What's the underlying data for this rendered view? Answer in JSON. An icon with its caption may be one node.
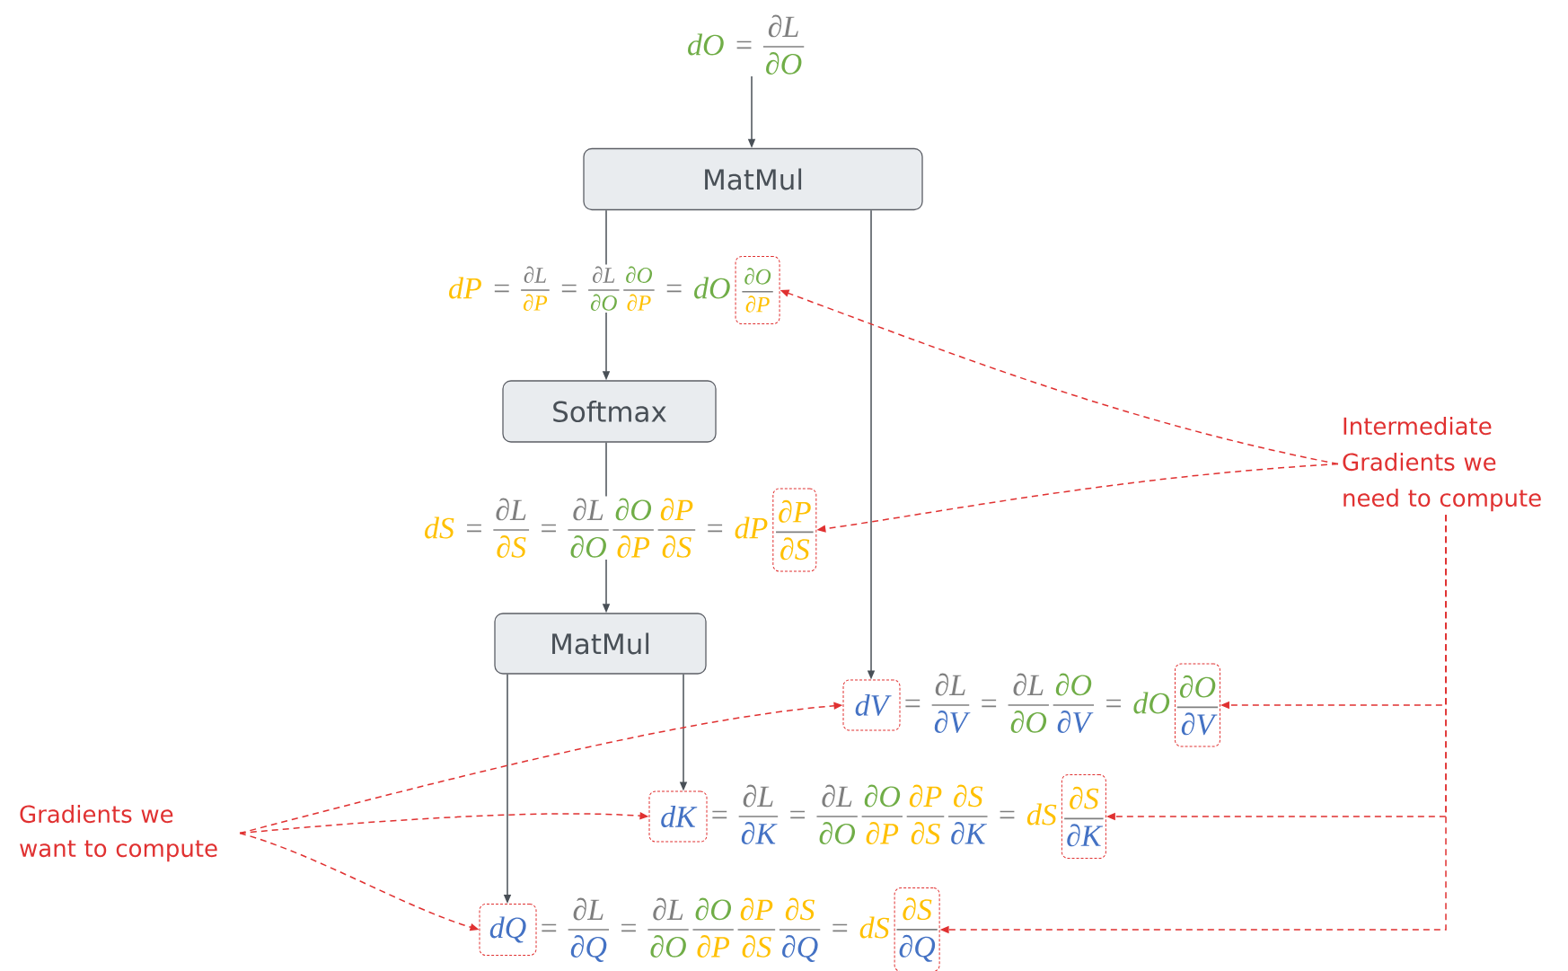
{
  "diagram": {
    "nodes": [
      {
        "text": [
          "dO",
          "=",
          "∂L",
          "∂O"
        ]
      },
      {
        "text": [
          "MatMul"
        ]
      },
      {
        "text": [
          "dP",
          "=",
          "∂L",
          "∂P",
          "=",
          "∂L",
          "∂O",
          "∂O",
          "∂P",
          "=",
          "dO"
        ]
      },
      {
        "text": [
          "∂O",
          "∂P"
        ]
      },
      {
        "text": [
          "Softmax"
        ]
      },
      {
        "text": [
          "Intermediate Gradients we need to compute"
        ]
      },
      {
        "text": [
          "dS",
          "=",
          "∂L",
          "∂S",
          "=",
          "∂L",
          "∂O",
          "∂O",
          "∂P",
          "∂P",
          "∂S",
          "=",
          "dP"
        ]
      },
      {
        "text": [
          "∂P",
          "∂S"
        ]
      },
      {
        "text": [
          "MatMul"
        ]
      },
      {
        "text": [
          "dV"
        ]
      },
      {
        "text": [
          "=",
          "∂L",
          "∂V",
          "=",
          "∂L",
          "∂O",
          "∂O",
          "∂V",
          "=",
          "dO"
        ]
      },
      {
        "text": [
          "∂O",
          "∂V"
        ]
      },
      {
        "text": [
          "Gradients we want to compute"
        ]
      },
      {
        "text": [
          "dK"
        ]
      },
      {
        "text": [
          "=",
          "∂L",
          "∂K",
          "=",
          "∂L",
          "∂O",
          "∂O",
          "∂P",
          "∂P",
          "∂S",
          "∂S",
          "∂K",
          "=",
          "dS"
        ]
      },
      {
        "text": [
          "∂S",
          "∂K"
        ]
      },
      {
        "text": [
          "dQ"
        ]
      },
      {
        "text": [
          "=",
          "∂L",
          "∂Q",
          "=",
          "∂L",
          "∂O",
          "∂O",
          "∂P",
          "∂P",
          "∂S",
          "∂S",
          "∂Q",
          "=",
          "dS"
        ]
      },
      {
        "text": [
          "∂S",
          "∂Q"
        ]
      }
    ],
    "edges": [
      {
        "from": 0,
        "to": 1,
        "arrow": "to"
      },
      {
        "from": 1,
        "to": 2,
        "arrow": "none"
      },
      {
        "from": 2,
        "to": 4,
        "arrow": "to"
      },
      {
        "from": 4,
        "to": 6,
        "arrow": "none"
      },
      {
        "from": 6,
        "to": 8,
        "arrow": "to"
      },
      {
        "from": 1,
        "to": 9,
        "arrow": "to"
      },
      {
        "from": 8,
        "to": 13,
        "arrow": "to"
      },
      {
        "from": 8,
        "to": 16,
        "arrow": "to"
      },
      {
        "from": 5,
        "to": 3,
        "arrow": "to",
        "style": "dashed",
        "color": "#e03131"
      },
      {
        "from": 5,
        "to": 7,
        "arrow": "to",
        "style": "dashed",
        "color": "#e03131"
      },
      {
        "from": 5,
        "to": 11,
        "arrow": "to",
        "style": "dashed",
        "color": "#e03131"
      },
      {
        "from": 5,
        "to": 15,
        "arrow": "to",
        "style": "dashed",
        "color": "#e03131"
      },
      {
        "from": 5,
        "to": 18,
        "arrow": "to",
        "style": "dashed",
        "color": "#e03131"
      },
      {
        "from": 12,
        "to": 9,
        "arrow": "to",
        "style": "dashed",
        "color": "#e03131"
      },
      {
        "from": 12,
        "to": 13,
        "arrow": "to",
        "style": "dashed",
        "color": "#e03131"
      },
      {
        "from": 12,
        "to": 16,
        "arrow": "to",
        "style": "dashed",
        "color": "#e03131"
      }
    ]
  }
}
